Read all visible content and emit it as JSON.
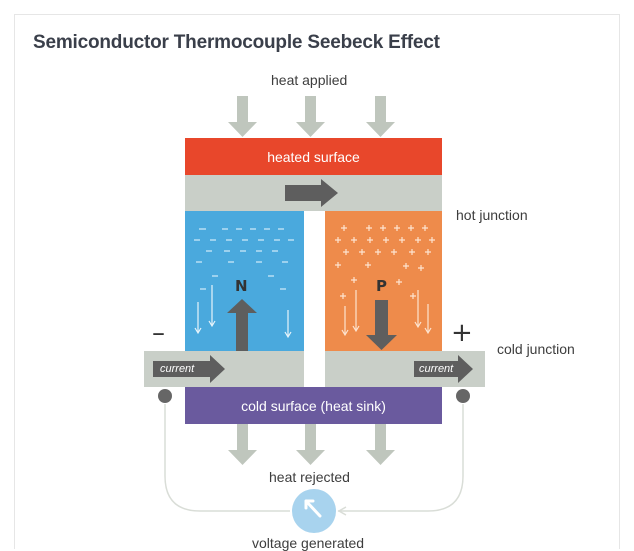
{
  "title": "Semiconductor Thermocouple Seebeck Effect",
  "labels": {
    "heat_applied": "heat applied",
    "heated_surface": "heated surface",
    "hot_junction": "hot junction",
    "cold_junction": "cold junction",
    "cold_surface": "cold surface (heat sink)",
    "heat_rejected": "heat rejected",
    "voltage_generated": "voltage generated",
    "current_left": "current",
    "current_right": "current",
    "n_type": "N",
    "p_type": "P",
    "minus": "–",
    "plus": "+"
  },
  "colors": {
    "heated_surface": "#e8472b",
    "junction_gray": "#c9cfc8",
    "n_block": "#4aa9dd",
    "p_block": "#ee8b4b",
    "cold_surface": "#6a5a9e",
    "arrow_gray": "#bfc6bd",
    "dark_arrow": "#5e5e5e",
    "meter": "#a8d3ee",
    "wire": "#d9ddd7"
  },
  "icons": [
    "heat-arrow-icon",
    "current-arrow-icon",
    "voltmeter-icon",
    "terminal-dot-icon"
  ]
}
